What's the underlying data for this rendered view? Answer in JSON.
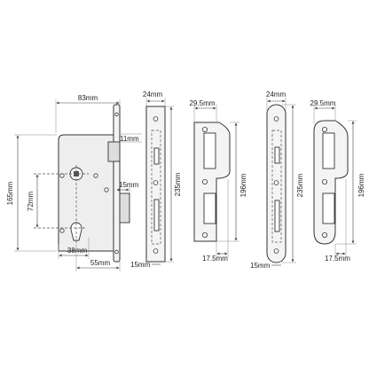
{
  "diagram": {
    "lockcase": {
      "width_label": "83mm",
      "height_label": "165mm",
      "centres_label": "72mm",
      "latch_projection_label": "11mm",
      "deadbolt_projection_label": "15mm",
      "keyhole_offset_label": "38mm",
      "backset_label": "55mm"
    },
    "forend_1": {
      "width_label": "24mm",
      "height_label": "235mm",
      "bottom_label": "15mm"
    },
    "strike_1": {
      "width_label": "29.5mm",
      "height_label": "196mm",
      "bottom_label": "17.5mm"
    },
    "forend_2": {
      "width_label": "24mm",
      "height_label": "235mm",
      "bottom_label": "15mm"
    },
    "strike_2": {
      "width_label": "29.5mm",
      "height_label": "196mm",
      "bottom_label": "17.5mm"
    }
  }
}
